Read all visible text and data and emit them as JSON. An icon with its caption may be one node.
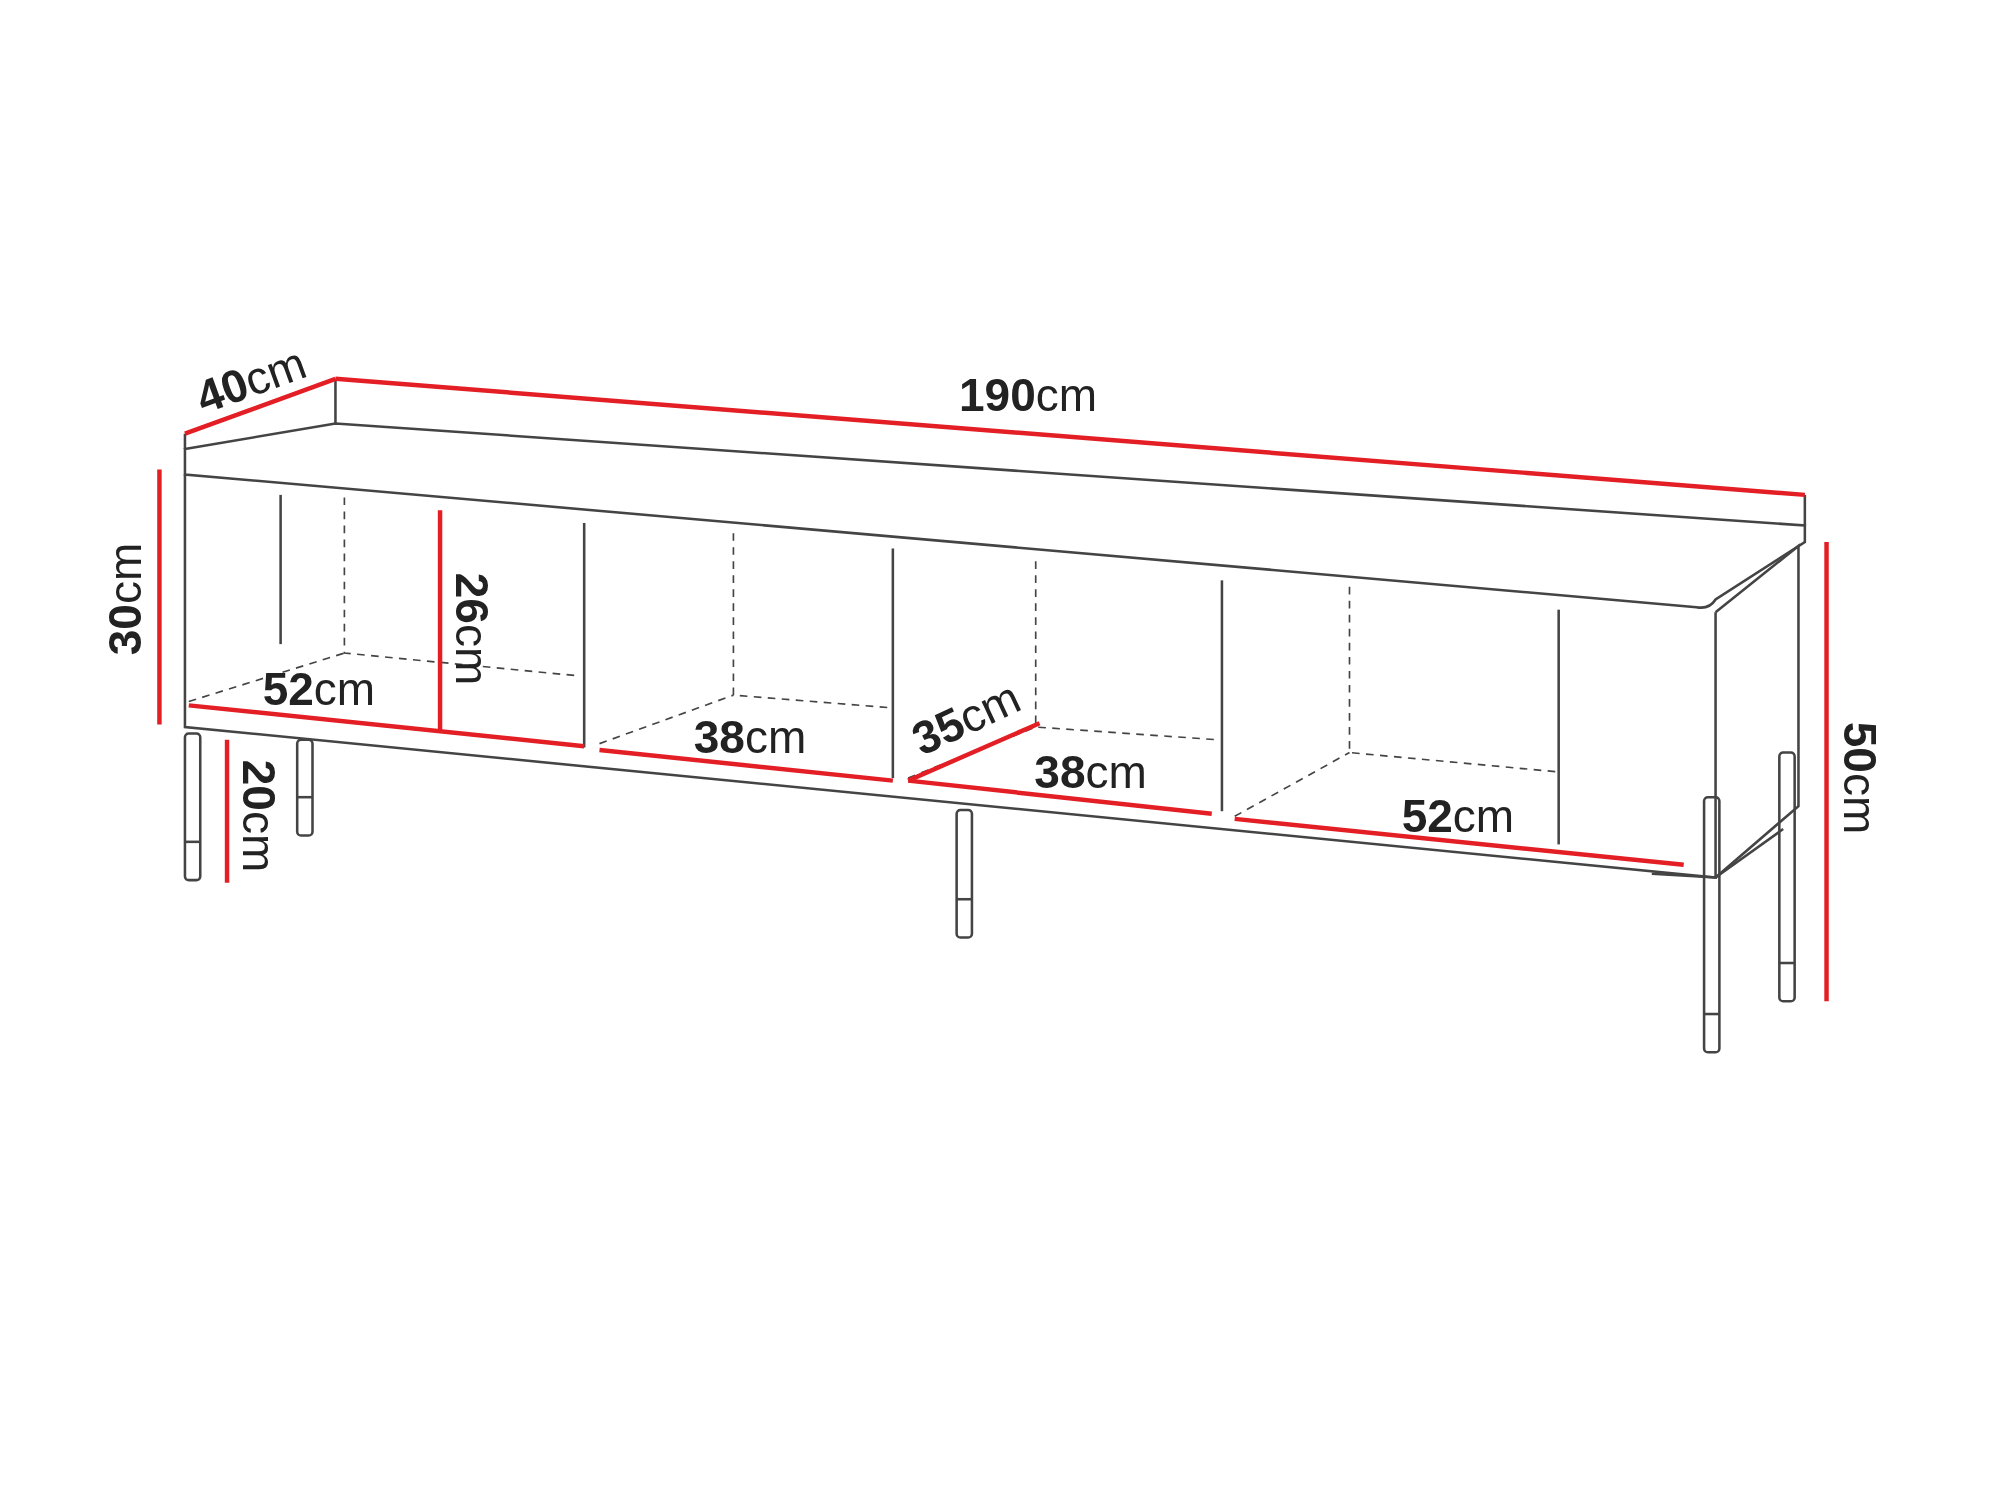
{
  "diagram": {
    "labels": [
      "**40**cm",
      "**190**cm",
      "**30**cm",
      "**26**cm",
      "**52**cm",
      "**20**cm",
      "**38**cm",
      "**35**cm",
      "**38**cm",
      "**52**cm",
      "**50**cm"
    ]
  }
}
